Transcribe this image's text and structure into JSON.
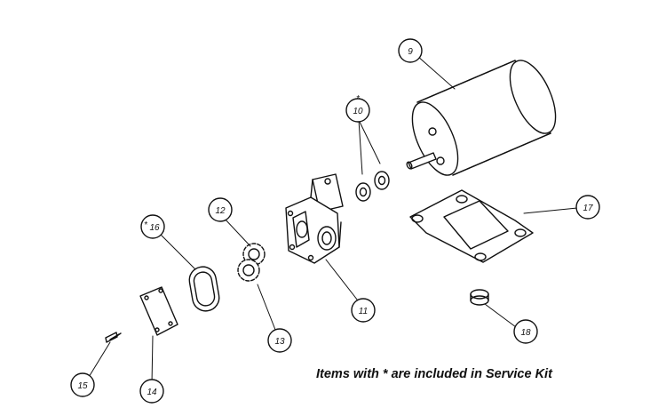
{
  "callouts": [
    {
      "id": "9",
      "label": "9"
    },
    {
      "id": "10",
      "label": "10",
      "asterisk": true
    },
    {
      "id": "11",
      "label": "11"
    },
    {
      "id": "12",
      "label": "12"
    },
    {
      "id": "13",
      "label": "13"
    },
    {
      "id": "14",
      "label": "14"
    },
    {
      "id": "15",
      "label": "15"
    },
    {
      "id": "16",
      "label": "16",
      "asterisk": true
    },
    {
      "id": "17",
      "label": "17"
    },
    {
      "id": "18",
      "label": "18"
    }
  ],
  "asterisk_mark": "*",
  "note": "Items with * are included in Service Kit"
}
